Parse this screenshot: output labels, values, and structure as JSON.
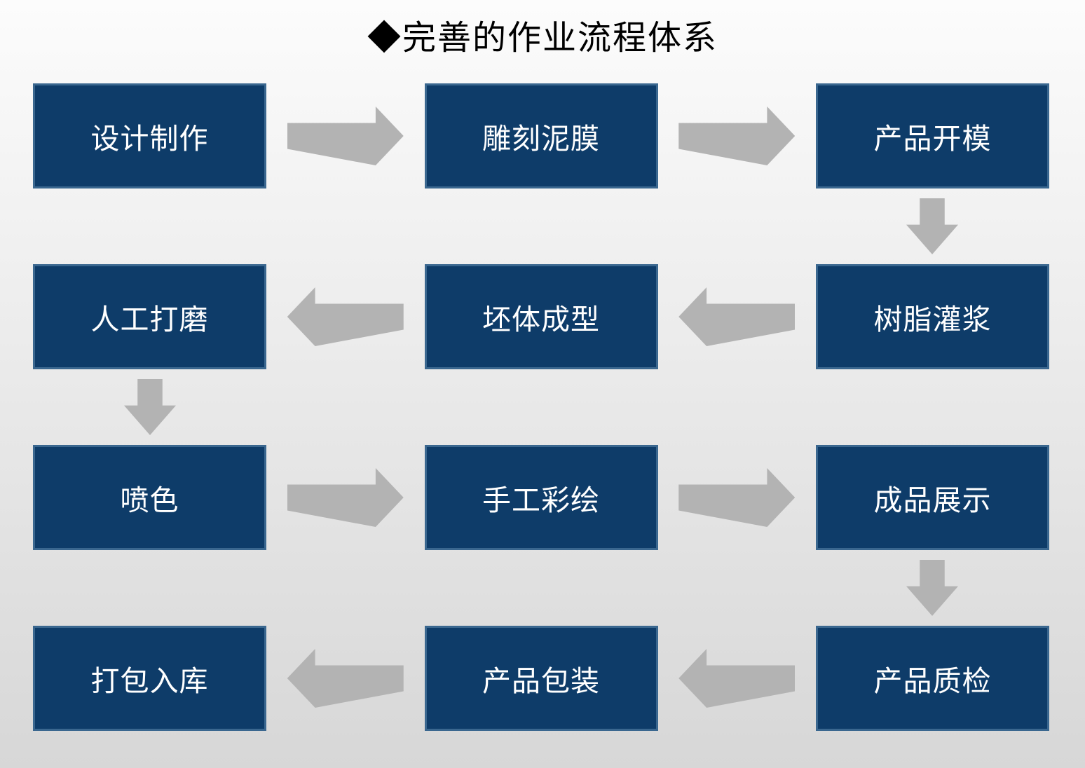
{
  "title": "◆完善的作业流程体系",
  "colors": {
    "background_top": "#FCFCFC",
    "background_bottom": "#D7D7D7",
    "title_color": "#000000",
    "box_fill": "#0E3C69",
    "box_border": "#3A678F",
    "box_text": "#FFFFFF",
    "arrow": "#B3B3B3"
  },
  "flowchart": {
    "rows": [
      {
        "direction": "right",
        "boxes": [
          "设计制作",
          "雕刻泥膜",
          "产品开模"
        ]
      },
      {
        "direction": "left",
        "boxes": [
          "人工打磨",
          "坯体成型",
          "树脂灌浆"
        ]
      },
      {
        "direction": "right",
        "boxes": [
          "喷色",
          "手工彩绘",
          "成品展示"
        ]
      },
      {
        "direction": "left",
        "boxes": [
          "打包入库",
          "产品包装",
          "产品质检"
        ]
      }
    ],
    "connectors": [
      {
        "after_row": 0,
        "column": "right"
      },
      {
        "after_row": 1,
        "column": "left"
      },
      {
        "after_row": 2,
        "column": "right"
      }
    ],
    "flow_order": [
      "设计制作",
      "雕刻泥膜",
      "产品开模",
      "树脂灌浆",
      "坯体成型",
      "人工打磨",
      "喷色",
      "手工彩绘",
      "成品展示",
      "产品质检",
      "产品包装",
      "打包入库"
    ]
  }
}
